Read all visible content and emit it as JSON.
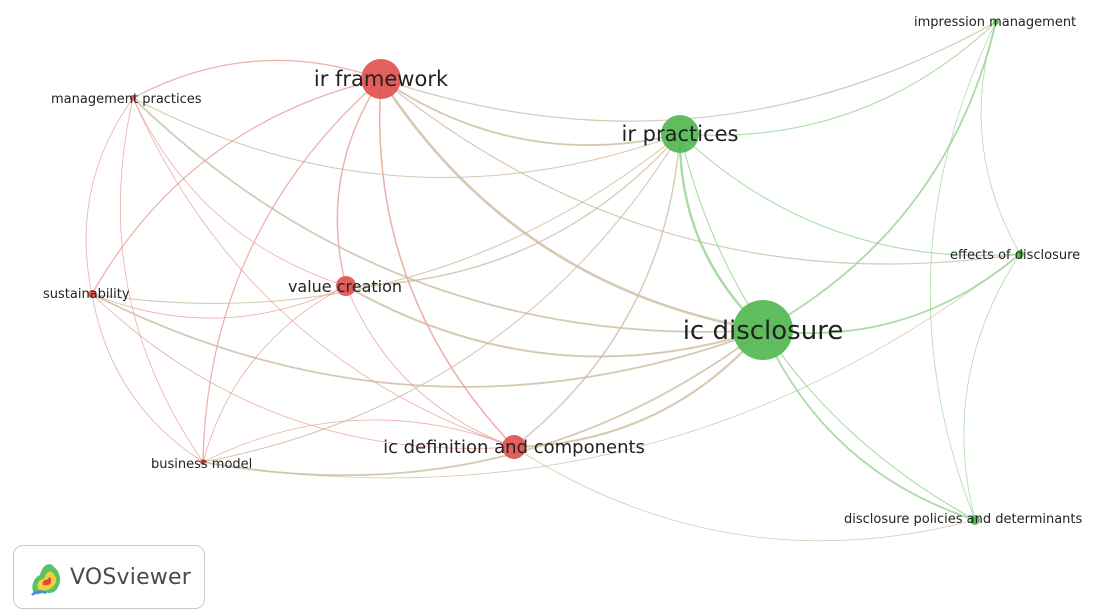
{
  "app": {
    "brand_label": "VOSviewer"
  },
  "colors": {
    "cluster_red": "#e0534f",
    "cluster_green": "#52b852",
    "edge_red": "#e8918b",
    "edge_green": "#8fd08a"
  },
  "nodes": [
    {
      "id": "ir-framework",
      "label": "ir framework",
      "cluster": "red",
      "weight": 5
    },
    {
      "id": "management-practices",
      "label": "management practices",
      "cluster": "red",
      "weight": 1
    },
    {
      "id": "sustainability",
      "label": "sustainability",
      "cluster": "red",
      "weight": 1
    },
    {
      "id": "value-creation",
      "label": "value creation",
      "cluster": "red",
      "weight": 2
    },
    {
      "id": "ic-definition-and-components",
      "label": "ic definition and components",
      "cluster": "red",
      "weight": 2.5
    },
    {
      "id": "business-model",
      "label": "business model",
      "cluster": "red",
      "weight": 1
    },
    {
      "id": "ir-practices",
      "label": "ir practices",
      "cluster": "green",
      "weight": 4.5
    },
    {
      "id": "ic-disclosure",
      "label": "ic disclosure",
      "cluster": "green",
      "weight": 8
    },
    {
      "id": "impression-management",
      "label": "impression management",
      "cluster": "green",
      "weight": 1
    },
    {
      "id": "effects-of-disclosure",
      "label": "effects of disclosure",
      "cluster": "green",
      "weight": 1
    },
    {
      "id": "disclosure-policies-and-determinants",
      "label": "disclosure policies and determinants",
      "cluster": "green",
      "weight": 1
    }
  ],
  "links": [
    [
      "ir-framework",
      "management-practices"
    ],
    [
      "ir-framework",
      "sustainability"
    ],
    [
      "ir-framework",
      "value-creation"
    ],
    [
      "ir-framework",
      "ic-definition-and-components"
    ],
    [
      "ir-framework",
      "business-model"
    ],
    [
      "ir-framework",
      "ir-practices"
    ],
    [
      "ir-framework",
      "ic-disclosure"
    ],
    [
      "ir-framework",
      "impression-management"
    ],
    [
      "ir-framework",
      "effects-of-disclosure"
    ],
    [
      "management-practices",
      "sustainability"
    ],
    [
      "management-practices",
      "value-creation"
    ],
    [
      "management-practices",
      "ic-definition-and-components"
    ],
    [
      "management-practices",
      "business-model"
    ],
    [
      "management-practices",
      "ir-practices"
    ],
    [
      "management-practices",
      "ic-disclosure"
    ],
    [
      "sustainability",
      "value-creation"
    ],
    [
      "sustainability",
      "ic-definition-and-components"
    ],
    [
      "sustainability",
      "business-model"
    ],
    [
      "sustainability",
      "ir-practices"
    ],
    [
      "sustainability",
      "ic-disclosure"
    ],
    [
      "value-creation",
      "ic-definition-and-components"
    ],
    [
      "value-creation",
      "business-model"
    ],
    [
      "value-creation",
      "ir-practices"
    ],
    [
      "value-creation",
      "ic-disclosure"
    ],
    [
      "ic-definition-and-components",
      "business-model"
    ],
    [
      "ic-definition-and-components",
      "ir-practices"
    ],
    [
      "ic-definition-and-components",
      "ic-disclosure"
    ],
    [
      "ic-definition-and-components",
      "disclosure-policies-and-determinants"
    ],
    [
      "business-model",
      "ir-practices"
    ],
    [
      "business-model",
      "ic-disclosure"
    ],
    [
      "business-model",
      "effects-of-disclosure"
    ],
    [
      "ir-practices",
      "ic-disclosure"
    ],
    [
      "ir-practices",
      "impression-management"
    ],
    [
      "ir-practices",
      "effects-of-disclosure"
    ],
    [
      "ir-practices",
      "disclosure-policies-and-determinants"
    ],
    [
      "ic-disclosure",
      "impression-management"
    ],
    [
      "ic-disclosure",
      "effects-of-disclosure"
    ],
    [
      "ic-disclosure",
      "disclosure-policies-and-determinants"
    ],
    [
      "impression-management",
      "effects-of-disclosure"
    ],
    [
      "impression-management",
      "disclosure-policies-and-determinants"
    ],
    [
      "effects-of-disclosure",
      "disclosure-policies-and-determinants"
    ]
  ]
}
